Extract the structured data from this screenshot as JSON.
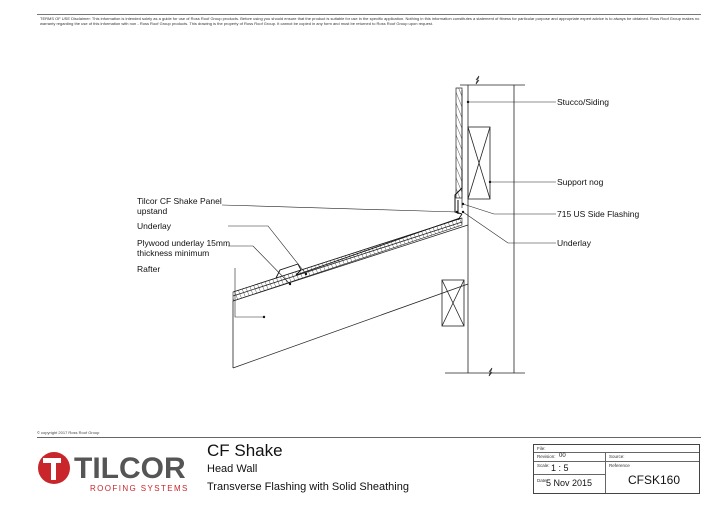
{
  "disclaimer": "TERMS OF USE Disclaimer: This information is intended solely as a guide for use of Ross Roof Group products. Before using you should ensure that the product is suitable for use in the specific application. Nothing in this information constitutes a statement of fitness for particular purpose and appropriate expert advice is to always be obtained. Ross Roof Group makes no warranty regarding the use of this information with non - Ross Roof Group products. This drawing is the property of Ross Roof Group. It cannot be copied in any form and must be returned to Ross Roof Group upon request.",
  "callouts": {
    "stucco": "Stucco/Siding",
    "support_nog": "Support nog",
    "side_flashing": "715 US Side Flashing",
    "underlay_right": "Underlay",
    "panel_upstand_line1": "Tilcor CF Shake Panel",
    "panel_upstand_line2": "upstand",
    "underlay_left": "Underlay",
    "plywood_line1": "Plywood underlay 15mm",
    "plywood_line2": "thickness minimum",
    "rafter": "Rafter"
  },
  "copyright": "© copyright 2017 Ross Roof Group",
  "logo": {
    "brand": "TILCOR",
    "tagline": "ROOFING SYSTEMS",
    "brand_color": "#c8262b",
    "text_color": "#555555"
  },
  "title_block": {
    "title": "CF Shake",
    "subtitle1": "Head Wall",
    "subtitle2": "Transverse Flashing with Solid Sheathing",
    "file_label": "File:",
    "revision_label": "Revision:",
    "revision": "00",
    "source_label": "Source:",
    "scale_label": "Scale:",
    "scale": "1 : 5",
    "reference_label": "Reference",
    "date_label": "Date:",
    "date": "5 Nov 2015",
    "reference": "CFSK160"
  }
}
